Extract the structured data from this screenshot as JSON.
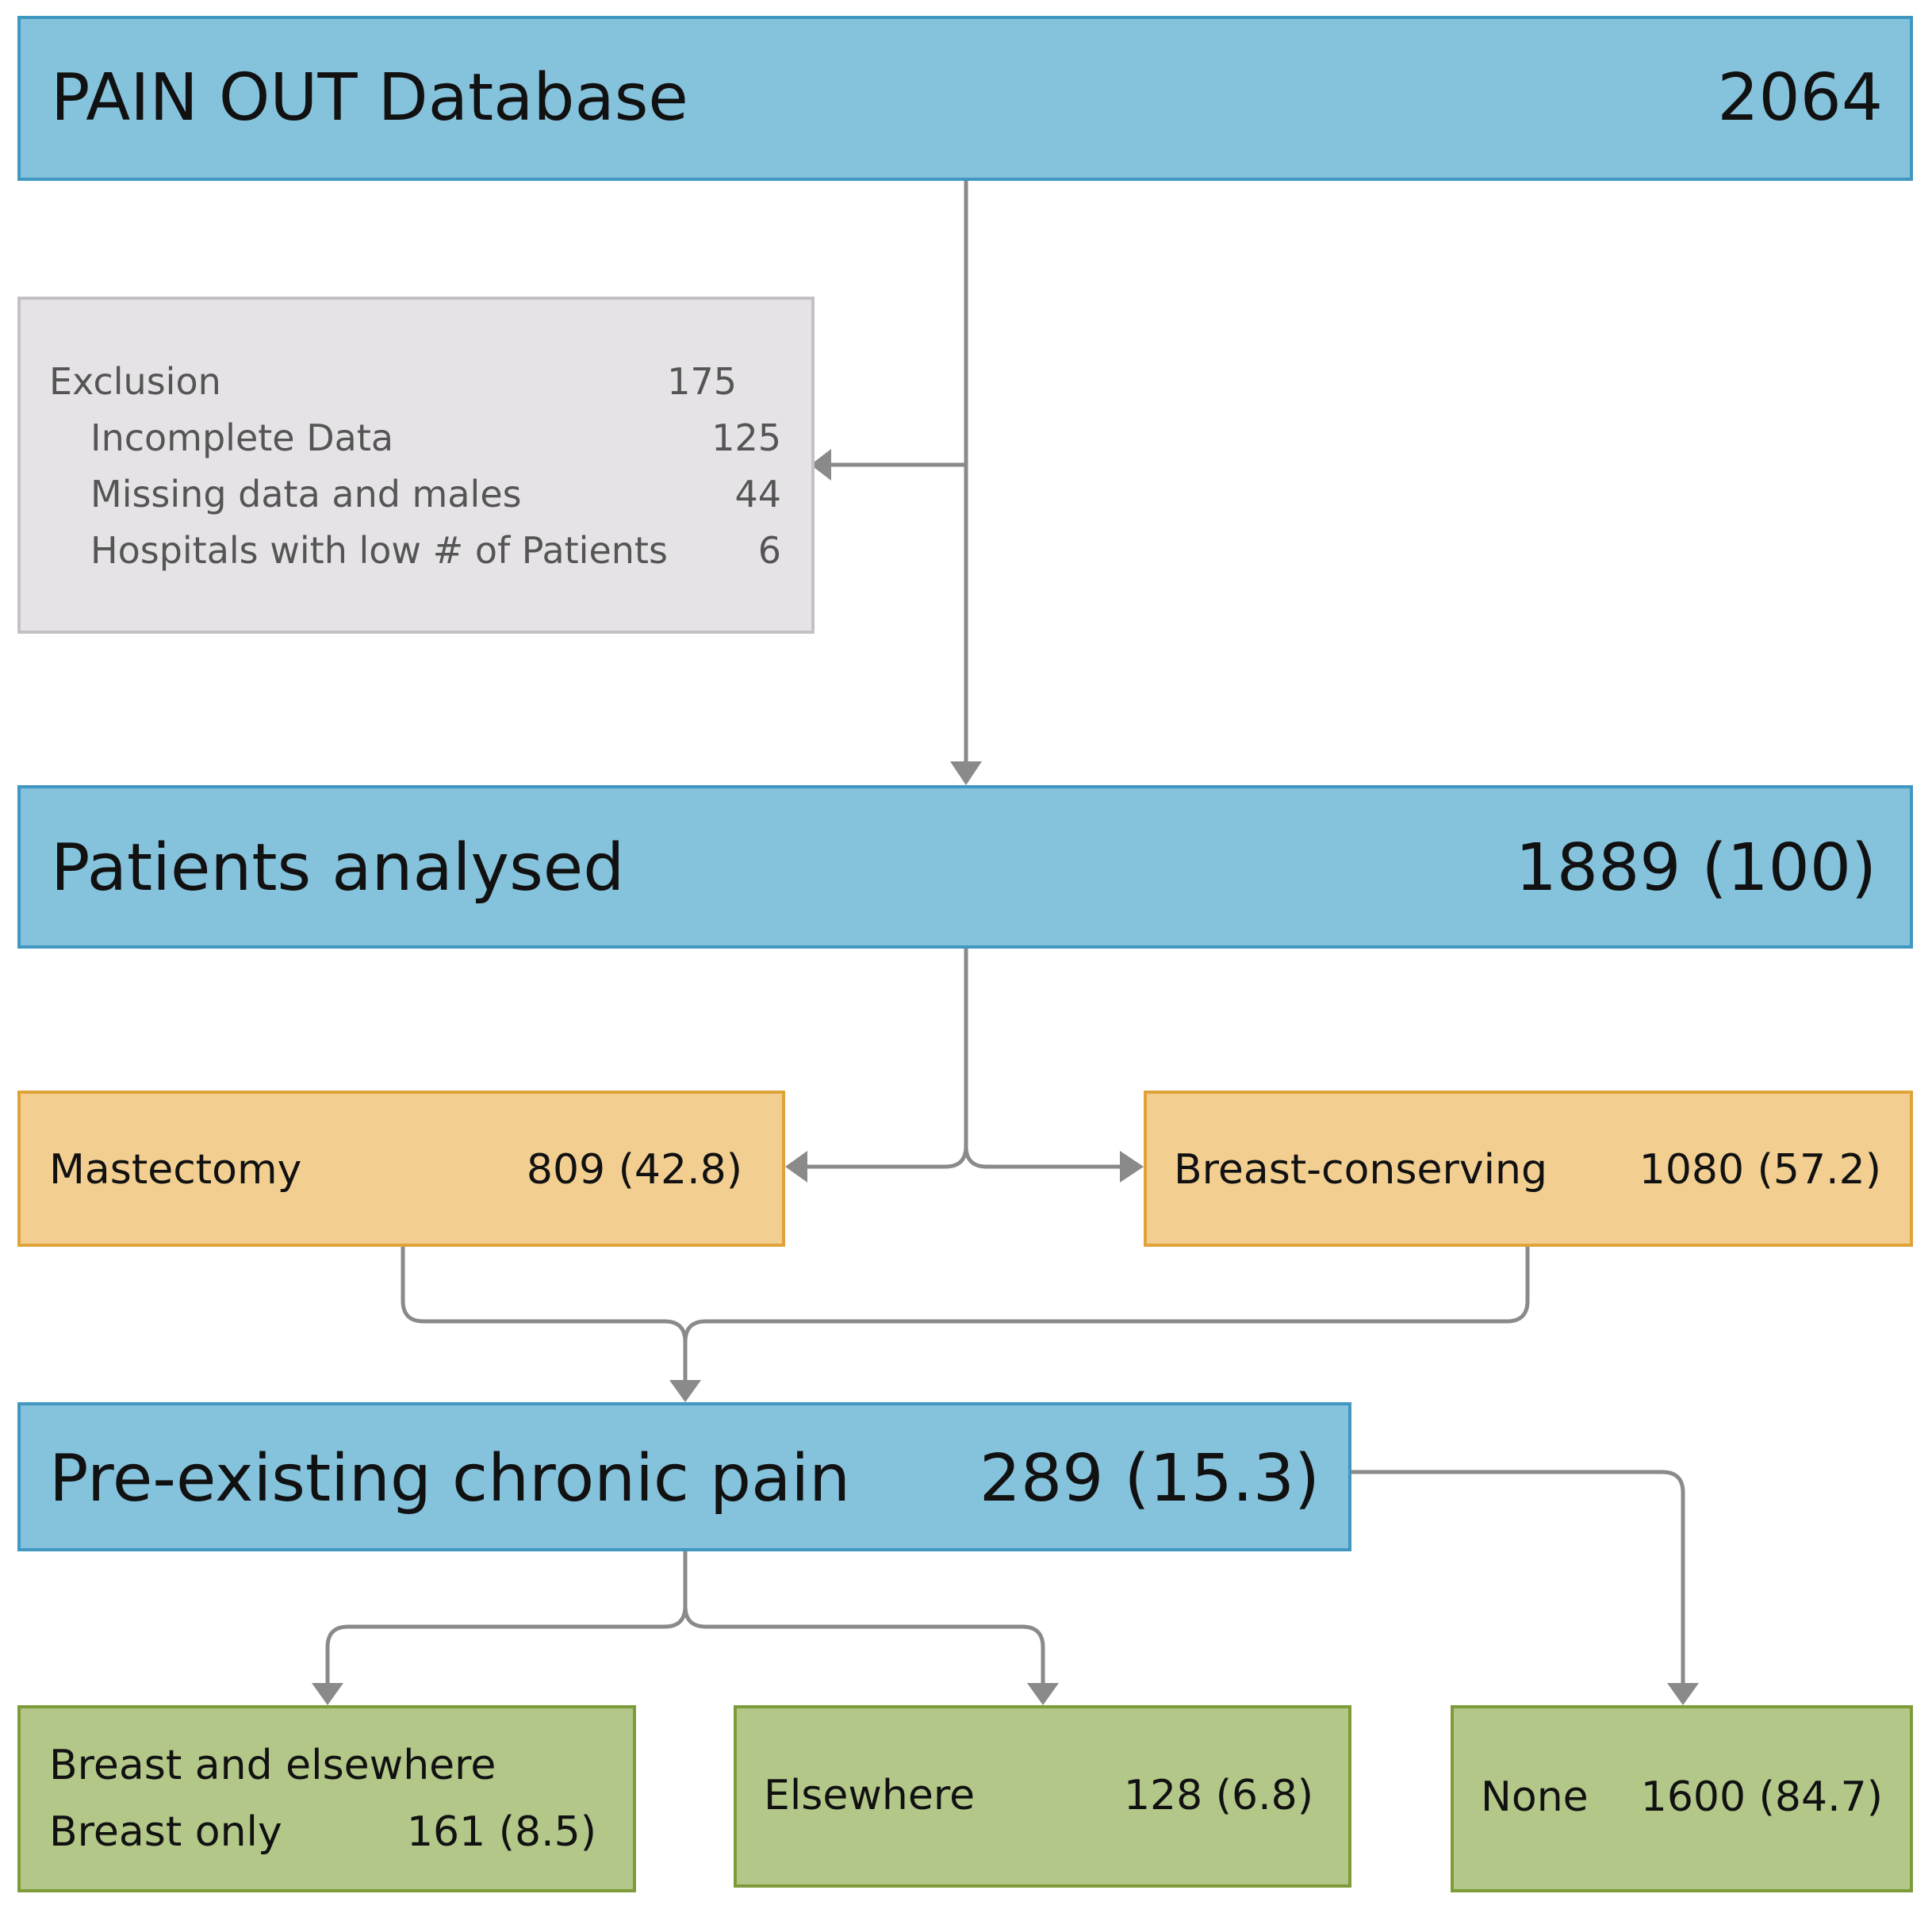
{
  "db": {
    "label": "PAIN OUT Database",
    "count": "2064"
  },
  "exclusion": {
    "title": "Exclusion",
    "title_count": "175",
    "items": [
      {
        "label": "Incomplete Data",
        "count": "125"
      },
      {
        "label": "Missing data and males",
        "count": "44"
      },
      {
        "label": "Hospitals with low # of Patients",
        "count": "6"
      }
    ]
  },
  "analysed": {
    "label": "Patients analysed",
    "count": "1889 (100)"
  },
  "mastectomy": {
    "label": "Mastectomy",
    "count": "809 (42.8)"
  },
  "breast_conserving": {
    "label": "Breast-conserving",
    "count": "1080 (57.2)"
  },
  "preexisting": {
    "label": "Pre-existing chronic pain",
    "count": "289 (15.3)"
  },
  "breast": {
    "line1": "Breast and elsewhere",
    "line2": "Breast only",
    "count": "161 (8.5)"
  },
  "elsewhere": {
    "label": "Elsewhere",
    "count": "128 (6.8)"
  },
  "none": {
    "label": "None",
    "count": "1600 (84.7)"
  },
  "colors": {
    "blue_fill": "#85c2dc",
    "blue_border": "#3f97c2",
    "grey_fill": "#e6e3e6",
    "orange_fill": "#f2cf91",
    "green_fill": "#b3c789",
    "connector": "#8a8a8a"
  }
}
